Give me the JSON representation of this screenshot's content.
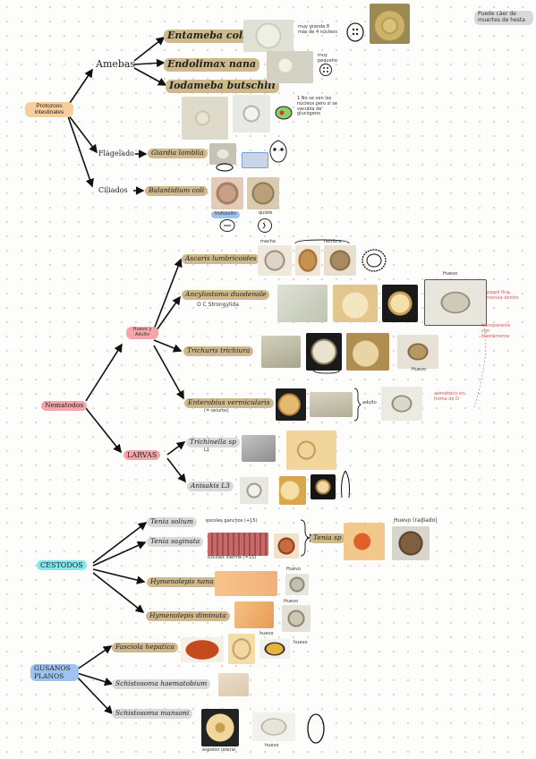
{
  "corner_note": "Puede cáer de muertes de hesta",
  "protozoos": {
    "root": "Protozoos intestinales",
    "amebas": "Amebas",
    "entameba": "Entameba coli",
    "endolimax": "Endolimax nana",
    "iodameba": "Iodameba butschlii",
    "flagelado": "Flagelado",
    "giardia": "Giardia lamblia",
    "ciliados": "Ciliados",
    "balantidium": "Balantidium coli",
    "note_entameba": "muy grande 8 más de 4 núcleos",
    "note_endolimax": "muy pequeño",
    "note_iodameba": "1 No se ven los núcleos pero sí se vacuola de glucógeno",
    "label_trofozoito": "trofozoíto",
    "label_quiste": "quiste"
  },
  "nematodos": {
    "root": "Nematodos",
    "adulto": "Huevo y Adulto",
    "ascaris": "Ascaris lumbricoides",
    "ancylostoma": "Ancylostoma duodenale",
    "strongylida": "O C Strongylida",
    "trichuris": "Trichuris trichiura",
    "enterobius": "Enterobius vermicularis",
    "enterobius_note": "(= oxiuros)",
    "adulto_label": "adulto",
    "larvas": "LARVAS",
    "trichinella": "Trichinella sp",
    "trichinella_sub": "L1",
    "anisakis": "Anisakis L3",
    "label_huevo": "Huevo",
    "label_macho": "macho",
    "label_hembra": "hembra",
    "red_notes_1": "pared fina, morula dentro",
    "red_notes_2": "transparente con blastómeros",
    "red_notes_3": "asimétrico en forma de D"
  },
  "cestodos": {
    "root": "CESTODOS",
    "solium": "Tenia solium",
    "solium_note": "escolex ganchos (+15)",
    "saginata": "Tenia saginata",
    "saginata_note": "Escolex inerme (=15)",
    "tenia_sp": "Tenia sp",
    "huevo": "Huevo (radiado)",
    "hymen_nana": "Hymenolepis nana",
    "hymen_diminuta": "Hymenolepis diminuta",
    "label_huevo": "Huevo"
  },
  "gusanos": {
    "root": "GUSANOS PLANOS",
    "fasciola": "Fasciola hepatica",
    "haemato": "Schistosoma haematobium",
    "mansoni": "Schistosoma mansoni",
    "fasciola_note": "huevo",
    "mansoni_note": "espolón lateral",
    "huevo_label": "huevo"
  },
  "colors": {
    "tan": "#cdb98b",
    "peach": "#f7cf9f",
    "pink": "#f5a6aa",
    "cyan": "#7ee9ef",
    "blue": "#9fc3ee"
  }
}
